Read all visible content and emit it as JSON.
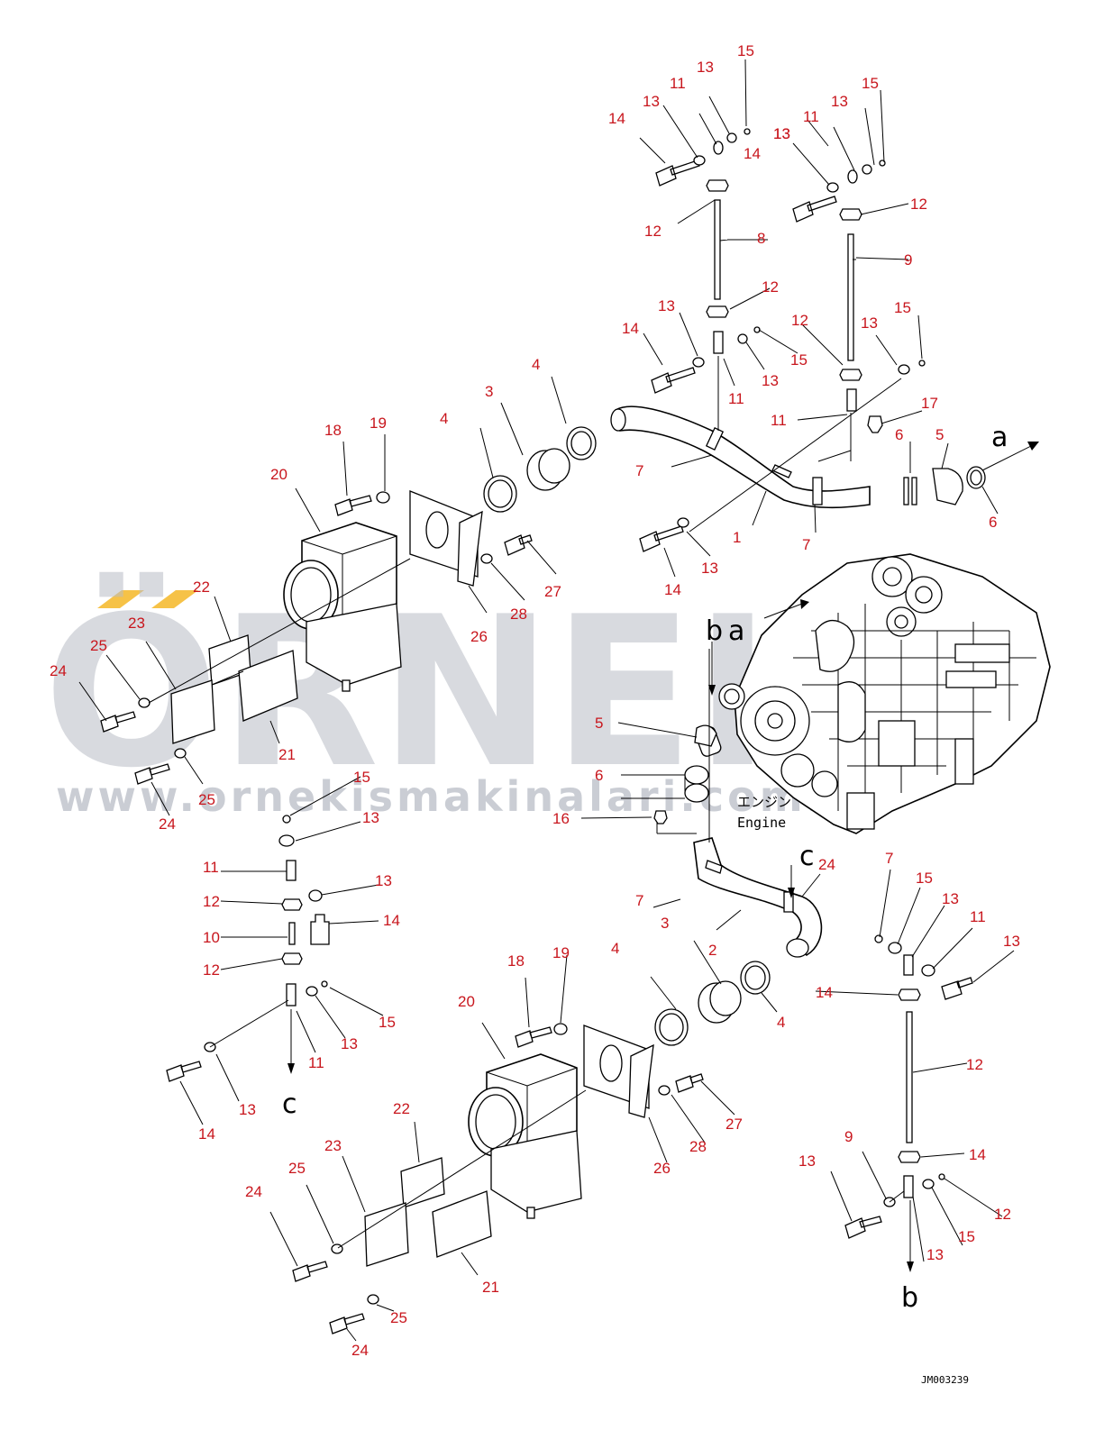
{
  "watermark": {
    "brand": "ÖRNEK",
    "url": "www.ornekismakinalari.com.tr",
    "accent": "#f6c247"
  },
  "drawing": {
    "code": "JM003239",
    "engine_jp": "エンジン",
    "engine_en": "Engine",
    "view_letters": [
      "a",
      "b",
      "c"
    ]
  },
  "colors": {
    "callout": "#c8161d",
    "line": "#000000",
    "watermark": "#b9bdc6"
  },
  "callouts": [
    "15",
    "13",
    "11",
    "13",
    "14",
    "14",
    "13",
    "12",
    "11",
    "13",
    "15",
    "13",
    "12",
    "8",
    "9",
    "12",
    "13",
    "14",
    "12",
    "13",
    "15",
    "15",
    "11",
    "13",
    "11",
    "17",
    "4",
    "3",
    "4",
    "19",
    "18",
    "20",
    "7",
    "6",
    "5",
    "a",
    "1",
    "7",
    "6",
    "13",
    "14",
    "22",
    "23",
    "25",
    "24",
    "26",
    "28",
    "27",
    "21",
    "25",
    "24",
    "b",
    "a",
    "5",
    "6",
    "16",
    "15",
    "13",
    "11",
    "13",
    "12",
    "14",
    "10",
    "12",
    "13",
    "15",
    "11",
    "13",
    "14",
    "c",
    "7",
    "3",
    "2",
    "4",
    "19",
    "18",
    "20",
    "4",
    "26",
    "28",
    "27",
    "22",
    "23",
    "25",
    "24",
    "21",
    "25",
    "24",
    "c",
    "7",
    "15",
    "13",
    "11",
    "13",
    "14",
    "12",
    "9",
    "13",
    "14",
    "12",
    "15",
    "13",
    "11",
    "b"
  ]
}
